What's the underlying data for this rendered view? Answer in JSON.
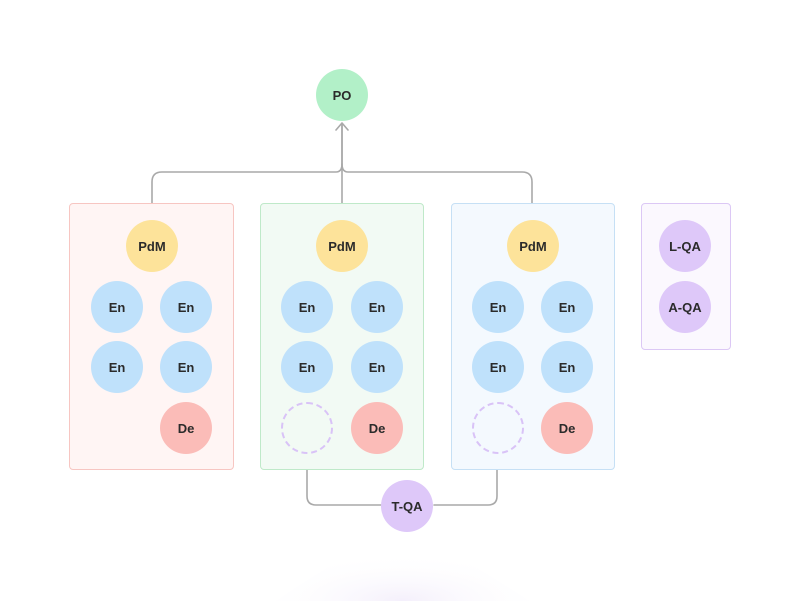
{
  "top": {
    "po_label": "PO"
  },
  "teams": [
    {
      "pdm_label": "PdM",
      "engineers": [
        "En",
        "En",
        "En",
        "En"
      ],
      "designer_label": "De"
    },
    {
      "pdm_label": "PdM",
      "engineers": [
        "En",
        "En",
        "En",
        "En"
      ],
      "designer_label": "De"
    },
    {
      "pdm_label": "PdM",
      "engineers": [
        "En",
        "En",
        "En",
        "En"
      ],
      "designer_label": "De"
    }
  ],
  "qa_group": {
    "items": [
      "L-QA",
      "A-QA"
    ]
  },
  "bottom": {
    "tqa_label": "T-QA"
  },
  "colors": {
    "po": "#b2f0c8",
    "pdm": "#fde39a",
    "engineer": "#bfe1fb",
    "designer": "#fbbcb8",
    "qa": "#dec8f9",
    "connector": "#a9a9a9"
  }
}
